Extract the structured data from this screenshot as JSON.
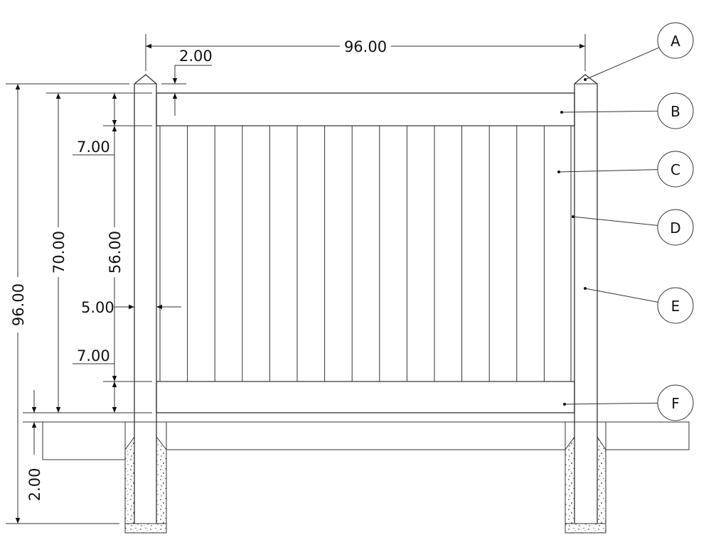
{
  "dimensions": {
    "overall_width": "96.00",
    "post_cap": "2.00",
    "top_rail": "7.00",
    "overall_height": "96.00",
    "panel_height": "70.00",
    "picket_height": "56.00",
    "post_width": "5.00",
    "bottom_rail": "7.00",
    "ground_clearance": "2.00"
  },
  "callouts": [
    "A",
    "B",
    "C",
    "D",
    "E",
    "F"
  ],
  "colors": {
    "line": "#222222",
    "background": "#ffffff"
  }
}
